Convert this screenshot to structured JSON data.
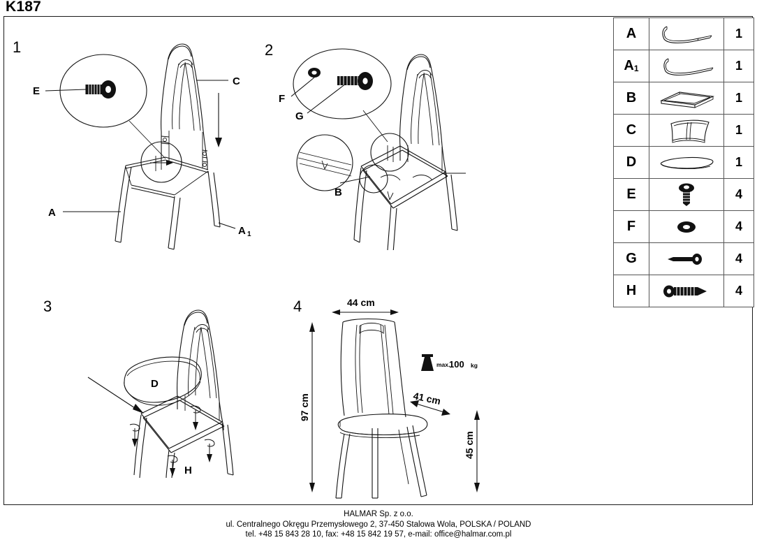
{
  "document": {
    "model_title": "K187",
    "type": "furniture-assembly-instruction",
    "product": "chair"
  },
  "steps": [
    {
      "number": "1",
      "labels": [
        "E",
        "C",
        "A",
        "A1"
      ]
    },
    {
      "number": "2",
      "labels": [
        "F",
        "G",
        "B"
      ]
    },
    {
      "number": "3",
      "labels": [
        "D",
        "H"
      ]
    },
    {
      "number": "4",
      "labels": []
    }
  ],
  "step_numbers": {
    "one": "1",
    "two": "2",
    "three": "3",
    "four": "4"
  },
  "step1_labels": {
    "e": "E",
    "c": "C",
    "a": "A",
    "a1_main": "A",
    "a1_sub": "1"
  },
  "step2_labels": {
    "f": "F",
    "g": "G",
    "b": "B"
  },
  "step3_labels": {
    "d": "D",
    "h": "H"
  },
  "step4_dimensions": {
    "width": "44 cm",
    "height": "97 cm",
    "depth": "41 cm",
    "seat_height": "45 cm",
    "max_load_prefix": "max.",
    "max_load_value": "100",
    "max_load_unit": "kg"
  },
  "parts_table": {
    "rows": [
      {
        "code": "A",
        "code_sub": "",
        "icon": "chair-leg-frame-left-icon",
        "qty": "1"
      },
      {
        "code": "A",
        "code_sub": "1",
        "icon": "chair-leg-frame-right-icon",
        "qty": "1"
      },
      {
        "code": "B",
        "code_sub": "",
        "icon": "seat-frame-icon",
        "qty": "1"
      },
      {
        "code": "C",
        "code_sub": "",
        "icon": "backrest-bracket-icon",
        "qty": "1"
      },
      {
        "code": "D",
        "code_sub": "",
        "icon": "seat-cushion-icon",
        "qty": "1"
      },
      {
        "code": "E",
        "code_sub": "",
        "icon": "bolt-icon",
        "qty": "4"
      },
      {
        "code": "F",
        "code_sub": "",
        "icon": "washer-icon",
        "qty": "4"
      },
      {
        "code": "G",
        "code_sub": "",
        "icon": "machine-screw-icon",
        "qty": "4"
      },
      {
        "code": "H",
        "code_sub": "",
        "icon": "wood-screw-icon",
        "qty": "4"
      }
    ]
  },
  "footer": {
    "line1": "HALMAR Sp. z o.o.",
    "line2": "ul. Centralnego Okręgu Przemysłowego 2, 37-450 Stalowa Wola, POLSKA / POLAND",
    "line3": "tel. +48 15 843 28 10, fax: +48 15 842 19 57, e-mail: office@halmar.com.pl"
  },
  "colors": {
    "line": "#111111",
    "frame": "#1a1a1a",
    "background": "#ffffff"
  }
}
